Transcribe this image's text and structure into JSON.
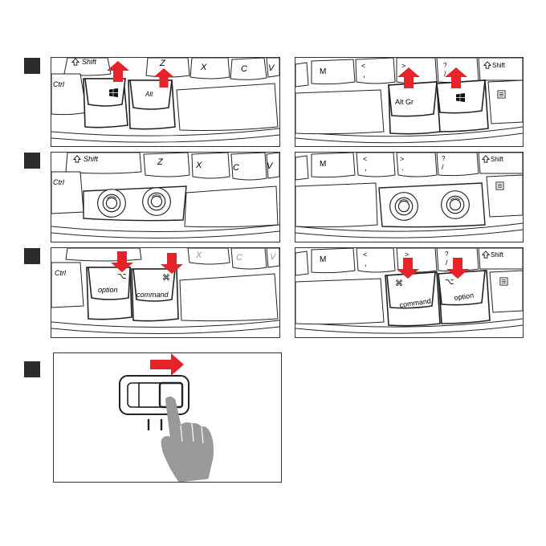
{
  "colors": {
    "arrow": "#e6232a",
    "outline": "#222222",
    "keycap": "#ffffff",
    "hand": "#999999",
    "step_marker": "#2b2b2b"
  },
  "icons": [
    "windows-logo-icon",
    "command-icon",
    "option-icon",
    "menu-key-icon",
    "shift-arrow-icon",
    "pointing-hand-icon",
    "up-arrow-icon",
    "down-arrow-icon",
    "right-arrow-icon"
  ],
  "keys": {
    "ctrl": "Ctrl",
    "shift": "Shift",
    "z": "Z",
    "x": "X",
    "c": "C",
    "v": "V",
    "m": "M",
    "alt": "Alt",
    "altgr": "Alt Gr",
    "option": "option",
    "command": "command",
    "lt": "<",
    "comma": ",",
    "gt": ">",
    "period": ".",
    "question": "?",
    "slash": "/",
    "command_symbol": "⌘",
    "option_symbol": "⌥"
  }
}
